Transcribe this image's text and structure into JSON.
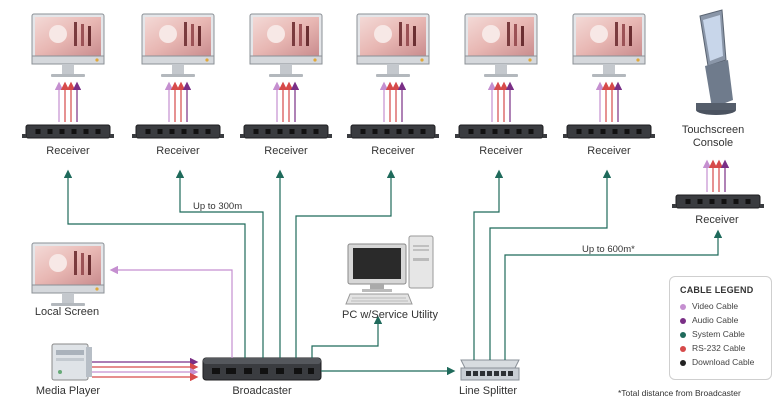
{
  "colors": {
    "video": "#c58fd0",
    "audio": "#7a2f86",
    "system": "#1f6a5b",
    "rs232": "#d64a4a",
    "download": "#222222"
  },
  "icons": {
    "monitor": "monitor-icon",
    "receiver": "receiver-box-icon",
    "kiosk": "touchscreen-kiosk-icon",
    "pc": "desktop-pc-icon",
    "media_player": "media-player-icon",
    "broadcaster": "broadcaster-device-icon",
    "switch": "network-switch-icon"
  },
  "labels": {
    "receiver": "Receiver",
    "touchscreen_console": [
      "Touchscreen",
      "Console"
    ],
    "local_screen": "Local Screen",
    "media_player": "Media Player",
    "broadcaster": "Broadcaster",
    "pc_service": "PC w/Service Utility",
    "line_splitter": "Line Splitter",
    "up_to_300": "Up to 300m",
    "up_to_600": "Up to 600m*",
    "footnote": "*Total distance from Broadcaster"
  },
  "legend": {
    "title": "CABLE LEGEND",
    "items": [
      {
        "label": "Video Cable",
        "color": "#c58fd0"
      },
      {
        "label": "Audio Cable",
        "color": "#7a2f86"
      },
      {
        "label": "System Cable",
        "color": "#1f6a5b"
      },
      {
        "label": "RS-232 Cable",
        "color": "#d64a4a"
      },
      {
        "label": "Download Cable",
        "color": "#222222"
      }
    ]
  }
}
